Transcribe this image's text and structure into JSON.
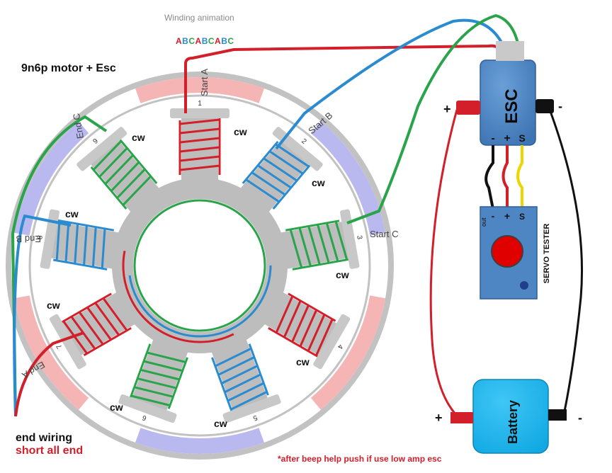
{
  "header": {
    "animation_title": "Winding animation",
    "sequence": [
      "A",
      "B",
      "C",
      "A",
      "B",
      "C",
      "A",
      "B",
      "C"
    ],
    "motor_title": "9n6p motor + Esc"
  },
  "stator": {
    "slots": [
      {
        "number": "1",
        "phase": "A",
        "color": "#d21f2a"
      },
      {
        "number": "2",
        "phase": "B",
        "color": "#2a8bd0"
      },
      {
        "number": "3",
        "phase": "C",
        "color": "#2aa44a"
      },
      {
        "number": "4",
        "phase": "A",
        "color": "#d21f2a"
      },
      {
        "number": "5",
        "phase": "B",
        "color": "#2a8bd0"
      },
      {
        "number": "6",
        "phase": "C",
        "color": "#2aa44a"
      },
      {
        "number": "7",
        "phase": "A",
        "color": "#d21f2a"
      },
      {
        "number": "8",
        "phase": "B",
        "color": "#2a8bd0"
      },
      {
        "number": "9",
        "phase": "C",
        "color": "#2aa44a"
      }
    ],
    "wire_labels": {
      "start_a": "Start A",
      "start_b": "Start B",
      "start_c": "Start C",
      "end_a": "End A",
      "end_b": "End B",
      "end_c": "End C"
    },
    "winding_direction": "cw"
  },
  "esc": {
    "label": "ESC",
    "pins": [
      "-",
      "+",
      "S"
    ],
    "power_minus": "-",
    "power_plus": "+"
  },
  "servo_tester": {
    "label": "SERVO TESTER",
    "out_label": "out",
    "pins": [
      "-",
      "+",
      "S"
    ]
  },
  "battery": {
    "label": "Battery",
    "plus": "+",
    "minus": "-"
  },
  "notes": {
    "end_wiring": "end wiring",
    "short_all_end": "short all end",
    "after_beep": "*after beep help push if use low amp esc"
  },
  "colors": {
    "phase_a": "#d21f2a",
    "phase_b": "#2a8bd0",
    "phase_c": "#2aa44a",
    "esc_body": "#4e86c4",
    "stator_gray": "#bdbdbd",
    "magnet_red": "#f5b5b5",
    "magnet_blue": "#b9b9f0"
  }
}
